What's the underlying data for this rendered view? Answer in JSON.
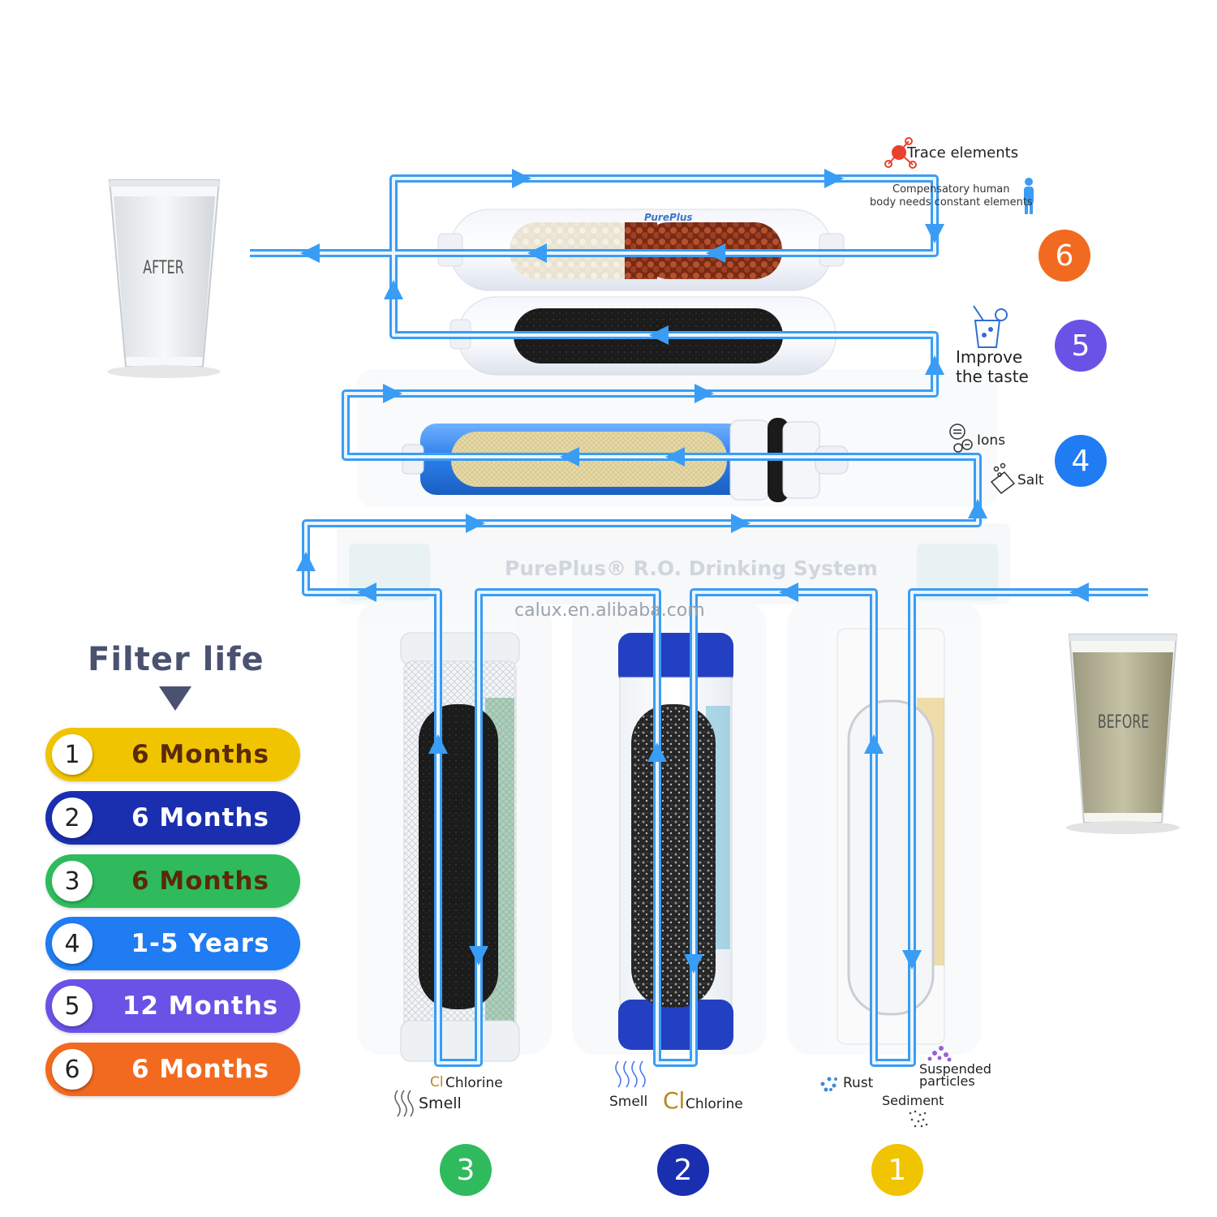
{
  "glasses": {
    "after_label": "AFTER",
    "before_label": "BEFORE"
  },
  "system_name": "PurePlus® R.O. Drinking System",
  "watermark": "calux.en.alibaba.com",
  "brand": "PurePlus",
  "stages": [
    {
      "number": "1",
      "color": "#f0c400"
    },
    {
      "number": "2",
      "color": "#1a2fb0"
    },
    {
      "number": "3",
      "color": "#2fbb5d"
    },
    {
      "number": "4",
      "color": "#1f7cf2"
    },
    {
      "number": "5",
      "color": "#6a52e6"
    },
    {
      "number": "6",
      "color": "#f26a1f"
    }
  ],
  "stage6": {
    "title": "Trace elements",
    "note_line1": "Compensatory human",
    "note_line2": "body needs constant elements"
  },
  "stage5": {
    "line1": "Improve",
    "line2": "the taste"
  },
  "stage4": {
    "item1": "Ions",
    "item2": "Salt"
  },
  "stage3": {
    "item1_symbol": "Cl",
    "item1": "Chlorine",
    "item2": "Smell"
  },
  "stage2": {
    "item1": "Smell",
    "item2_symbol": "Cl",
    "item2": "Chlorine"
  },
  "stage1": {
    "item1": "Rust",
    "item2_line1": "Suspended",
    "item2_line2": "particles",
    "item3": "Sediment"
  },
  "filter_life": {
    "title": "Filter life",
    "items": [
      {
        "num": "1",
        "duration": "6 Months",
        "bg": "#f0c400",
        "text_color": "#5a2a0a"
      },
      {
        "num": "2",
        "duration": "6 Months",
        "bg": "#1a2fb0",
        "text_color": "#ffffff"
      },
      {
        "num": "3",
        "duration": "6 Months",
        "bg": "#2fbb5d",
        "text_color": "#5a2a0a"
      },
      {
        "num": "4",
        "duration": "1-5 Years",
        "bg": "#1f7cf2",
        "text_color": "#ffffff"
      },
      {
        "num": "5",
        "duration": "12 Months",
        "bg": "#6a52e6",
        "text_color": "#ffffff"
      },
      {
        "num": "6",
        "duration": "6 Months",
        "bg": "#f26a1f",
        "text_color": "#ffffff"
      }
    ]
  },
  "flow_color": "#3a9df5"
}
